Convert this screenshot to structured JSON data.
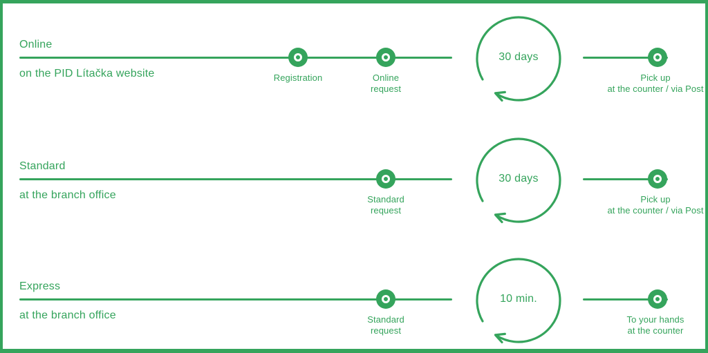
{
  "accent_color": "#35A45C",
  "rows": [
    {
      "title": "Online",
      "subtitle": "on the PID Lítačka website",
      "steps": [
        {
          "lines": [
            "Registration"
          ]
        },
        {
          "lines": [
            "Online",
            "request"
          ]
        }
      ],
      "duration": "30 days",
      "result": {
        "lines": [
          "Pick up",
          "at the counter / via Post"
        ]
      }
    },
    {
      "title": "Standard",
      "subtitle": "at the branch office",
      "steps": [
        {
          "lines": [
            "Standard",
            "request"
          ]
        }
      ],
      "duration": "30 days",
      "result": {
        "lines": [
          "Pick up",
          "at the counter / via Post"
        ]
      }
    },
    {
      "title": "Express",
      "subtitle": "at the branch office",
      "steps": [
        {
          "lines": [
            "Standard",
            "request"
          ]
        }
      ],
      "duration": "10 min.",
      "result": {
        "lines": [
          "To your hands",
          "at the counter"
        ]
      }
    }
  ]
}
